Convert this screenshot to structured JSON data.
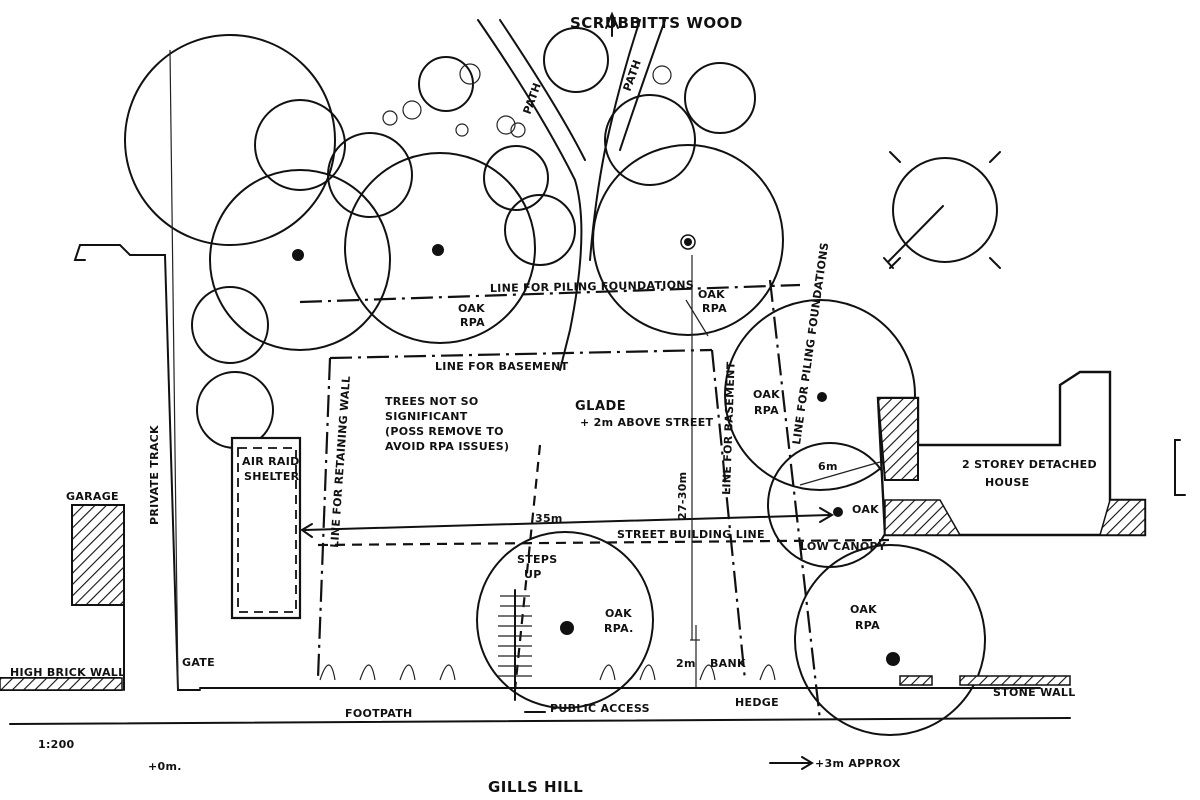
{
  "labels": {
    "wood": "SCRUBBITTS WOOD",
    "path1": "PATH",
    "path2": "PATH",
    "line_piling_top": "LINE FOR PILING FOUNDATIONS",
    "oak_rpa_left": "OAK",
    "oak_rpa_left2": "RPA",
    "oak_rpa_mid": "OAK",
    "oak_rpa_mid2": "RPA",
    "line_basement": "LINE FOR BASEMENT",
    "trees_note_1": "TREES NOT SO",
    "trees_note_2": "SIGNIFICANT",
    "trees_note_3": "(POSS REMOVE TO",
    "trees_note_4": "AVOID RPA ISSUES)",
    "glade": "GLADE",
    "glade_sub": "+ 2m ABOVE STREET",
    "dim_27_30": "27-30m",
    "line_basement_vert": "LINE FOR BASEMENT",
    "oak_rpa_right": "OAK",
    "oak_rpa_right2": "RPA",
    "line_piling_right": "LINE FOR PILING FOUNDATIONS",
    "house": "2 STOREY DETACHED",
    "house2": "HOUSE",
    "dim_6m": "6m",
    "oak_right": "OAK",
    "air_raid": "AIR RAID",
    "air_raid2": "SHELTER",
    "retaining": "LINE FOR RETAINING WALL",
    "private_track": "PRIVATE TRACK",
    "garage": "GARAGE",
    "dim_35": "35m",
    "street_line": "STREET BUILDING LINE",
    "low_canopy": "LOW CANOPY",
    "steps": "STEPS",
    "steps2": "UP",
    "oak_rpa_bottom": "OAK",
    "oak_rpa_bottom2": "RPA.",
    "oak_rpa_br": "OAK",
    "oak_rpa_br2": "RPA",
    "dim_2m": "2m",
    "bank": "BANK",
    "high_brick_wall": "HIGH BRICK WALL",
    "gate": "GATE",
    "public_access": "PUBLIC ACCESS",
    "hedge": "HEDGE",
    "stone_wall": "STONE WALL",
    "footpath": "FOOTPATH",
    "scale": "1:200",
    "level_0": "+0m.",
    "level_3": "+3m APPROX",
    "street": "GILLS HILL"
  }
}
